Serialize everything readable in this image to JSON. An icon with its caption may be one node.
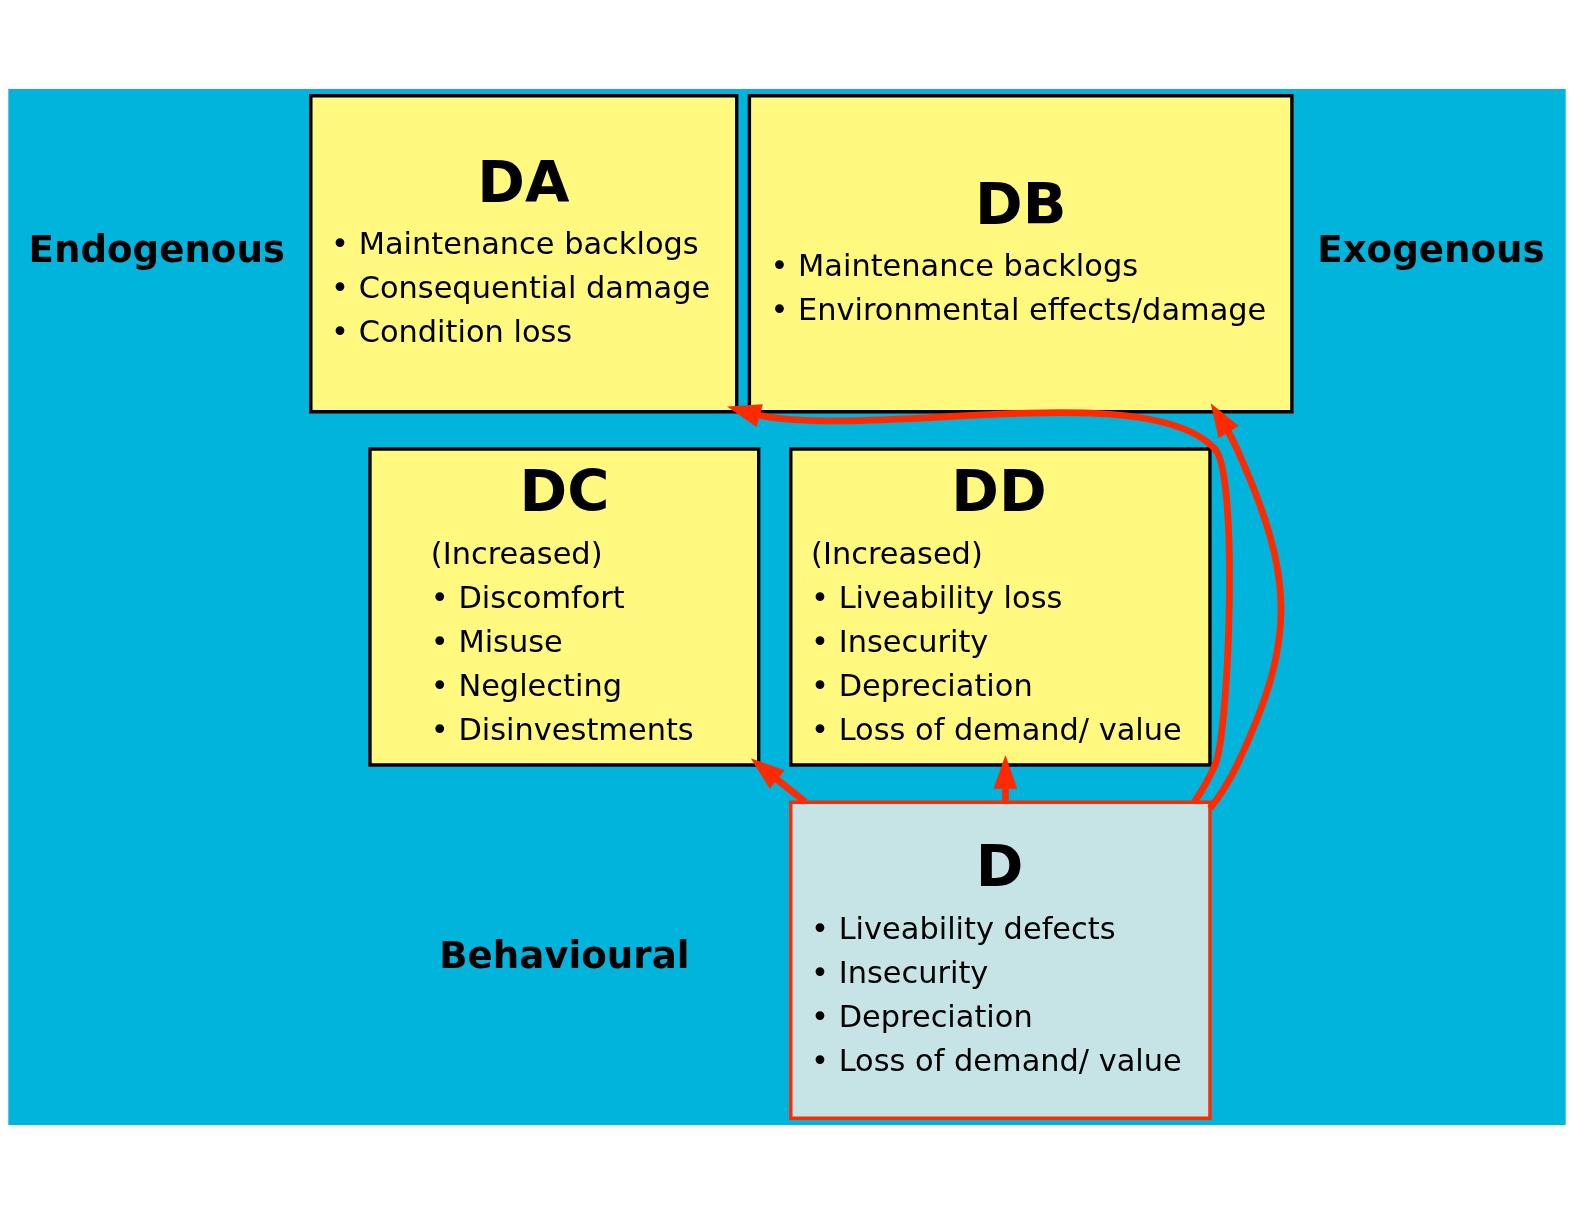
{
  "diagram": {
    "nodes": [
      {
        "text": [
          "DA",
          "• Maintenance backlogs",
          "• Consequential damage",
          "• Condition loss"
        ]
      },
      {
        "text": [
          "DB",
          "• Maintenance backlogs",
          "• Environmental effects/damage"
        ]
      },
      {
        "text": [
          "DC",
          "(Increased)",
          "• Discomfort",
          "• Misuse",
          "• Neglecting",
          "• Disinvestments"
        ]
      },
      {
        "text": [
          "DD",
          "(Increased)",
          "• Liveability loss",
          "• Insecurity",
          "• Depreciation",
          "• Loss of demand/ value"
        ]
      },
      {
        "text": [
          "D",
          "• Liveability defects",
          "• Insecurity",
          "• Depreciation",
          "• Loss of demand/ value"
        ]
      }
    ],
    "edges": [
      {
        "from": 4,
        "to": 1,
        "arrow": "to"
      },
      {
        "from": 4,
        "to": 0,
        "arrow": "to"
      },
      {
        "from": 4,
        "to": 2,
        "arrow": "to"
      },
      {
        "from": 4,
        "to": 3,
        "arrow": "to"
      }
    ],
    "labels": [
      "Endogenous",
      "Exogenous",
      "Behavioural"
    ]
  }
}
